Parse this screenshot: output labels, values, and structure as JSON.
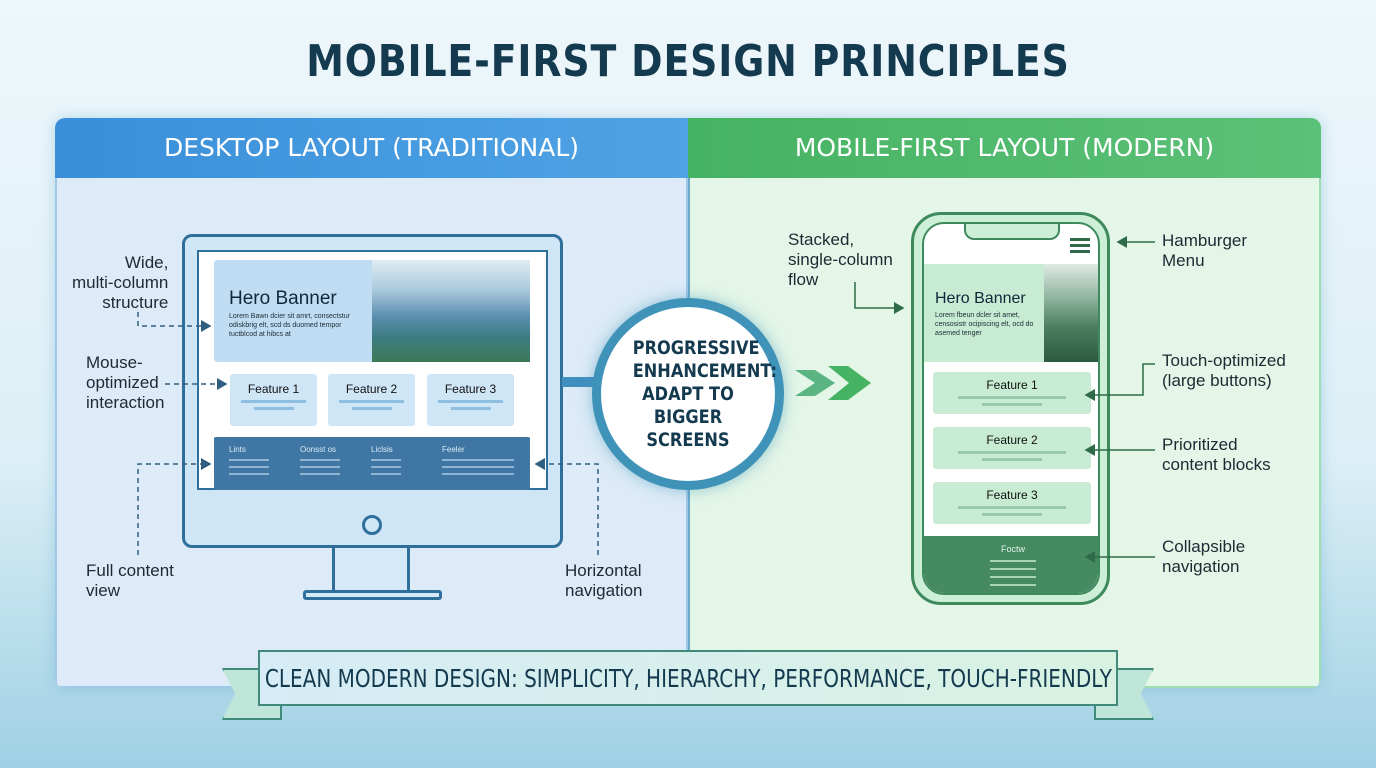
{
  "title": "MOBILE-FIRST DESIGN PRINCIPLES",
  "desktop": {
    "header": "DESKTOP LAYOUT (TRADITIONAL)",
    "hero_title": "Hero Banner",
    "hero_text": "Lorem Bawn dcier sit amrt, consectstur odiskbrig elt, scd ds duomed tempor tuctblcod at hibcs at",
    "features": [
      "Feature 1",
      "Feature 2",
      "Feature 3"
    ],
    "footer_cols": [
      "Lints",
      "Oonsst os",
      "Liclsis",
      "Feeler"
    ],
    "annotations": {
      "wide": "Wide,\nmulti-column\nstructure",
      "mouse": "Mouse-\noptimized\ninteraction",
      "full": "Full content\nview",
      "horizontal": "Horizontal\nnavigation"
    }
  },
  "center": "PROGRESSIVE ENHANCEMENT: ADAPT TO BIGGER SCREENS",
  "mobile": {
    "header": "MOBILE-FIRST LAYOUT (MODERN)",
    "hero_title": "Hero Banner",
    "hero_text": "Lorem fbeun dcler sit amet, censosistr ocipiscing elt, ocd do asemed tenger",
    "features": [
      "Feature 1",
      "Feature 2",
      "Feature 3"
    ],
    "footer": "Foctw",
    "annotations": {
      "stacked": "Stacked,\nsingle-column\nflow",
      "hamburger": "Hamburger\nMenu",
      "touch": "Touch-optimized\n(large buttons)",
      "prioritized": "Prioritized\ncontent blocks",
      "collapsible": "Collapsible\nnavigation"
    }
  },
  "banner": "CLEAN MODERN DESIGN: SIMPLICITY, HIERARCHY, PERFORMANCE, TOUCH-FRIENDLY",
  "colors": {
    "desktop_accent": "#3b8fd9",
    "mobile_accent": "#46b263",
    "title": "#143a4f"
  }
}
